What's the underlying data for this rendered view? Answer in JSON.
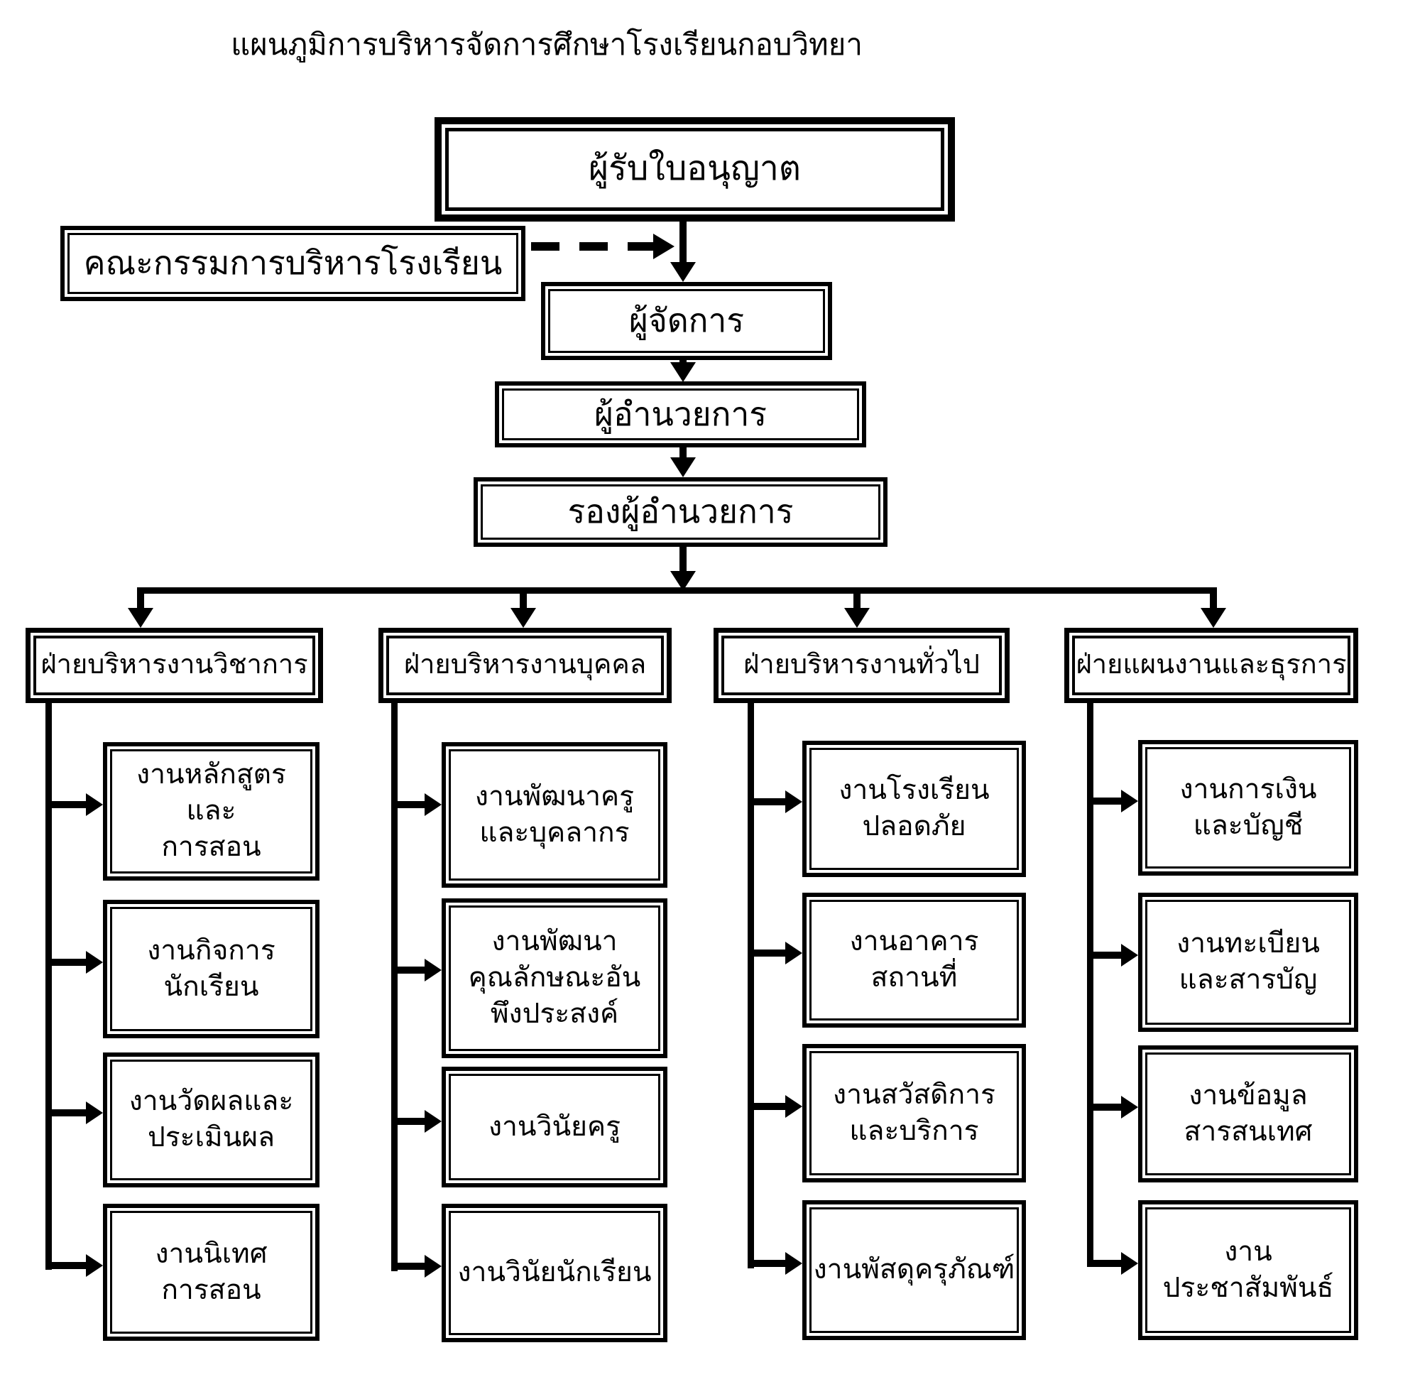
{
  "title": "แผนภูมิการบริหารจัดการศึกษาโรงเรียนกอบวิทยา",
  "hierarchy": {
    "licensee": "ผู้รับใบอนุญาต",
    "committee": "คณะกรรมการบริหารโรงเรียน",
    "manager": "ผู้จัดการ",
    "director": "ผู้อำนวยการ",
    "deputy_director": "รองผู้อำนวยการ"
  },
  "departments": [
    {
      "name": "ฝ่ายบริหารงานวิชาการ",
      "items": [
        "งานหลักสูตรและ\nการสอน",
        "งานกิจการ\nนักเรียน",
        "งานวัดผลและ\nประเมินผล",
        "งานนิเทศ\nการสอน"
      ]
    },
    {
      "name": "ฝ่ายบริหารงานบุคคล",
      "items": [
        "งานพัฒนาครู\nและบุคลากร",
        "งานพัฒนา\nคุณลักษณะอัน\nพึงประสงค์",
        "งานวินัยครู",
        "งานวินัยนักเรียน"
      ]
    },
    {
      "name": "ฝ่ายบริหารงานทั่วไป",
      "items": [
        "งานโรงเรียน\nปลอดภัย",
        "งานอาคาร\nสถานที่",
        "งานสวัสดิการ\nและบริการ",
        "งานพัสดุครุภัณฑ์"
      ]
    },
    {
      "name": "ฝ่ายแผนงานและธุรการ",
      "items": [
        "งานการเงิน\nและบัญชี",
        "งานทะเบียน\nและสารบัญ",
        "งานข้อมูล\nสารสนเทศ",
        "งาน\nประชาสัมพันธ์"
      ]
    }
  ],
  "colors": {
    "line": "#000000",
    "background": "#ffffff",
    "text": "#000000"
  }
}
